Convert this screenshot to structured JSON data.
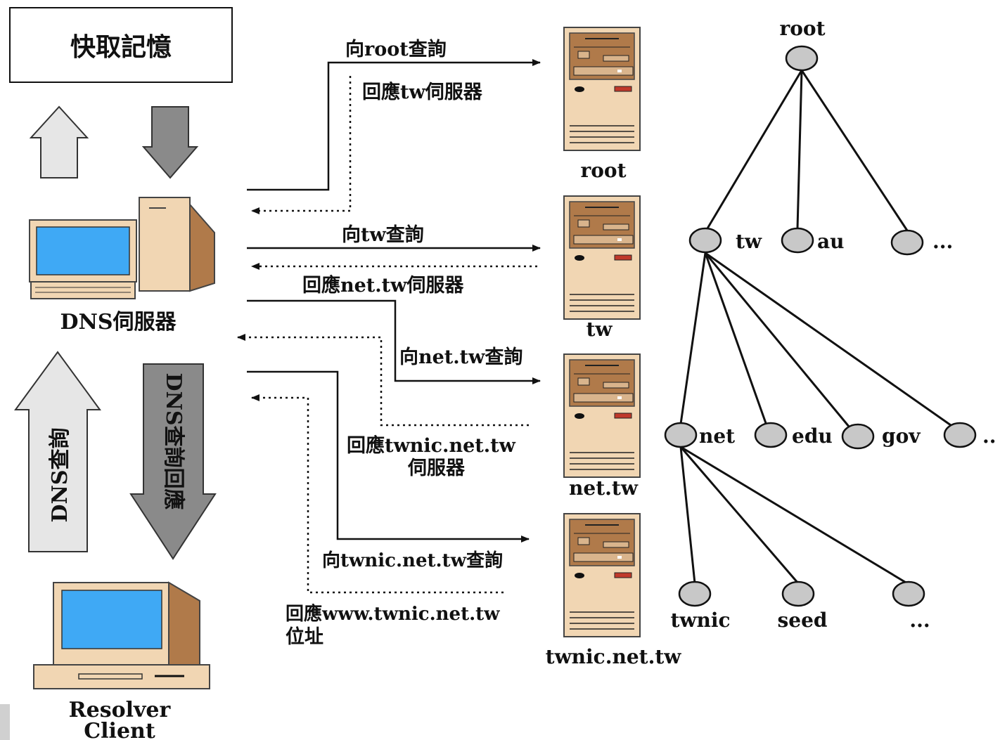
{
  "cache": {
    "label": "快取記憶"
  },
  "dns_server": {
    "label": "DNS伺服器"
  },
  "client": {
    "label_line1": "Resolver",
    "label_line2": "Client"
  },
  "big_arrows": {
    "up_label": "DNS查詢",
    "down_label": "DNS查詢回應"
  },
  "servers": [
    {
      "label": "root"
    },
    {
      "label": "tw"
    },
    {
      "label": "net.tw"
    },
    {
      "label": "twnic.net.tw"
    }
  ],
  "messages": {
    "q_root": "向root查詢",
    "r_root": "回應tw伺服器",
    "q_tw": "向tw查詢",
    "r_tw": "回應net.tw伺服器",
    "q_net": "向net.tw查詢",
    "r_net_line1": "回應twnic.net.tw",
    "r_net_line2": "伺服器",
    "q_twnic": "向twnic.net.tw查詢",
    "r_twnic_line1": "回應www.twnic.net.tw",
    "r_twnic_line2": "位址"
  },
  "tree": {
    "root": "root",
    "level1": [
      "tw",
      "au",
      "..."
    ],
    "level2": [
      "net",
      "edu",
      "gov",
      ".."
    ],
    "level3": [
      "twnic",
      "seed",
      "..."
    ]
  },
  "colors": {
    "node_fill": "#c8c8c8",
    "server_body": "#f1d6b3",
    "server_panel": "#b07a4a",
    "screen_blue": "#3fa9f5",
    "arrow_light": "#e6e6e6",
    "arrow_dark": "#8a8a8a"
  }
}
